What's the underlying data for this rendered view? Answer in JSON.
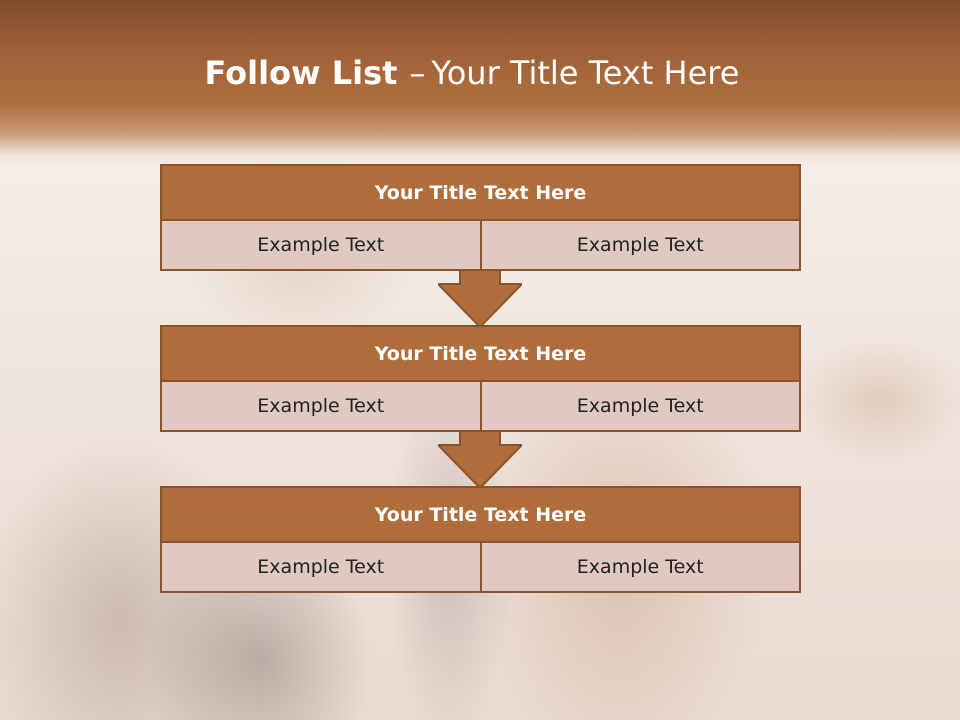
{
  "title": {
    "bold": "Follow List",
    "separator": "–",
    "rest": "Your Title Text Here"
  },
  "steps": [
    {
      "heading": "Your Title Text Here",
      "cells": [
        "Example Text",
        "Example Text"
      ]
    },
    {
      "heading": "Your Title Text Here",
      "cells": [
        "Example Text",
        "Example Text"
      ]
    },
    {
      "heading": "Your Title Text Here",
      "cells": [
        "Example Text",
        "Example Text"
      ]
    }
  ],
  "colors": {
    "header_brown": "#9e6038",
    "box_title_fill": "#b06d3c",
    "box_border": "#8a532c",
    "box_cell_fill": "#dfc9c1"
  }
}
